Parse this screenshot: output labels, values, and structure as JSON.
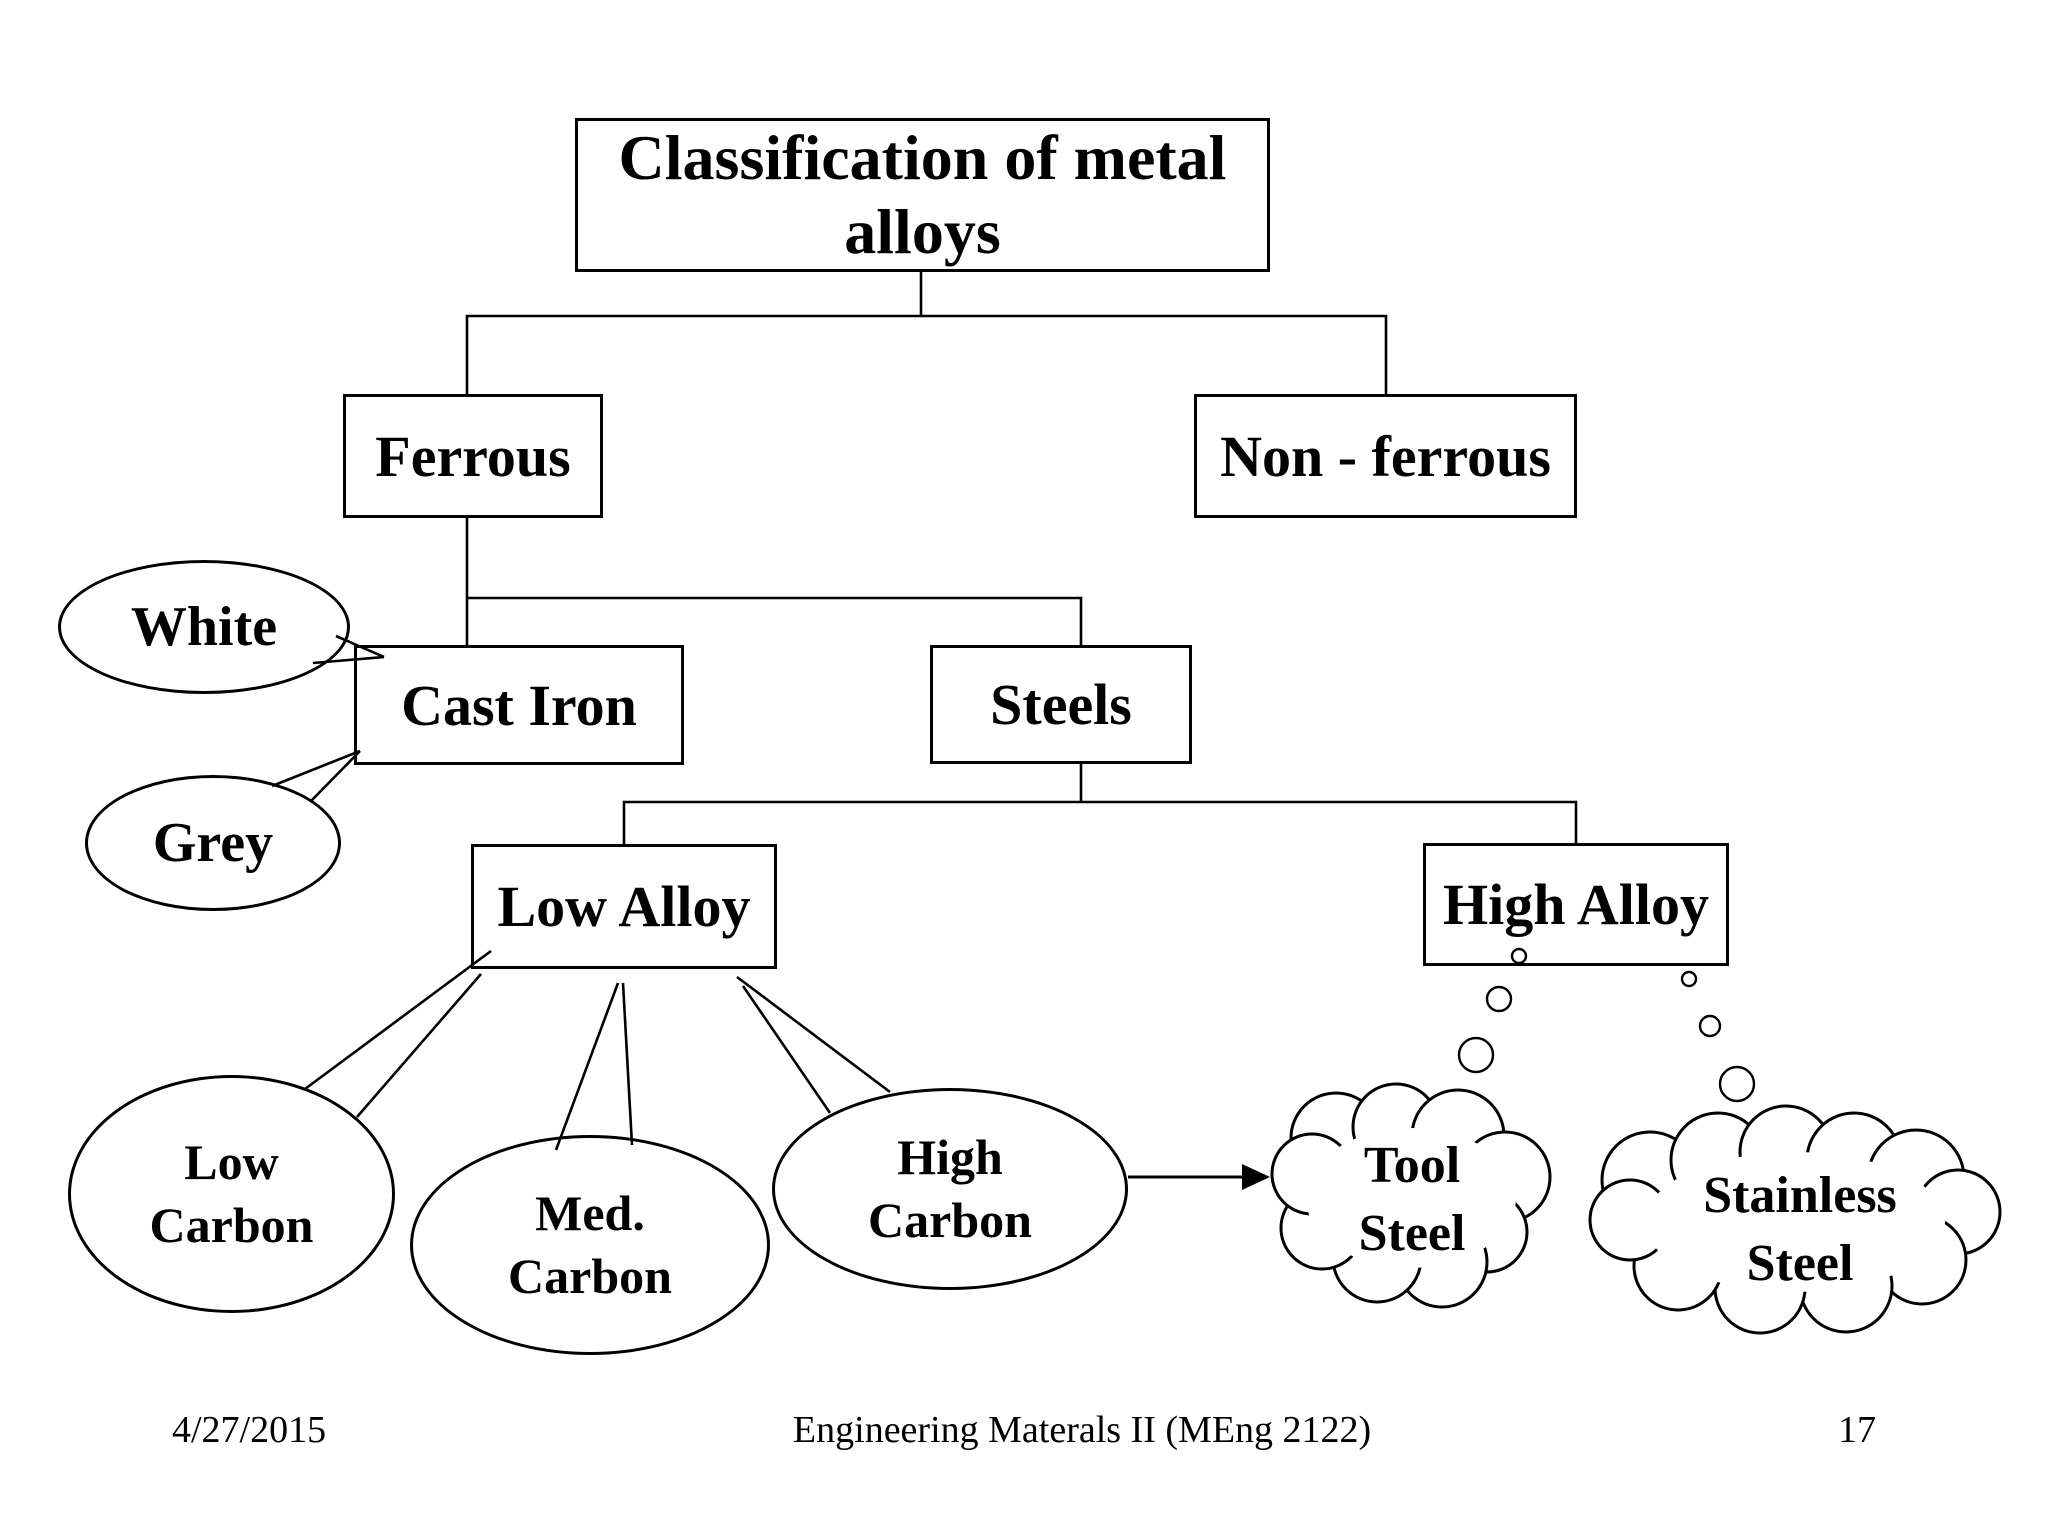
{
  "slide": {
    "title": "Classification of metal alloys",
    "nodes": {
      "ferrous": "Ferrous",
      "non_ferrous": "Non - ferrous",
      "cast_iron": "Cast Iron",
      "steels": "Steels",
      "low_alloy": "Low Alloy",
      "high_alloy": "High Alloy"
    },
    "callouts": {
      "white": "White",
      "grey": "Grey",
      "low_carbon": "Low Carbon",
      "med_carbon": "Med. Carbon",
      "high_carbon": "High Carbon"
    },
    "clouds": {
      "tool_steel": "Tool Steel",
      "stainless_steel": "Stainless Steel"
    },
    "colors": {
      "ink": "#000000",
      "background": "#ffffff"
    }
  },
  "footer": {
    "date": "4/27/2015",
    "course": "Engineering Materals II (MEng 2122)",
    "page": "17"
  }
}
